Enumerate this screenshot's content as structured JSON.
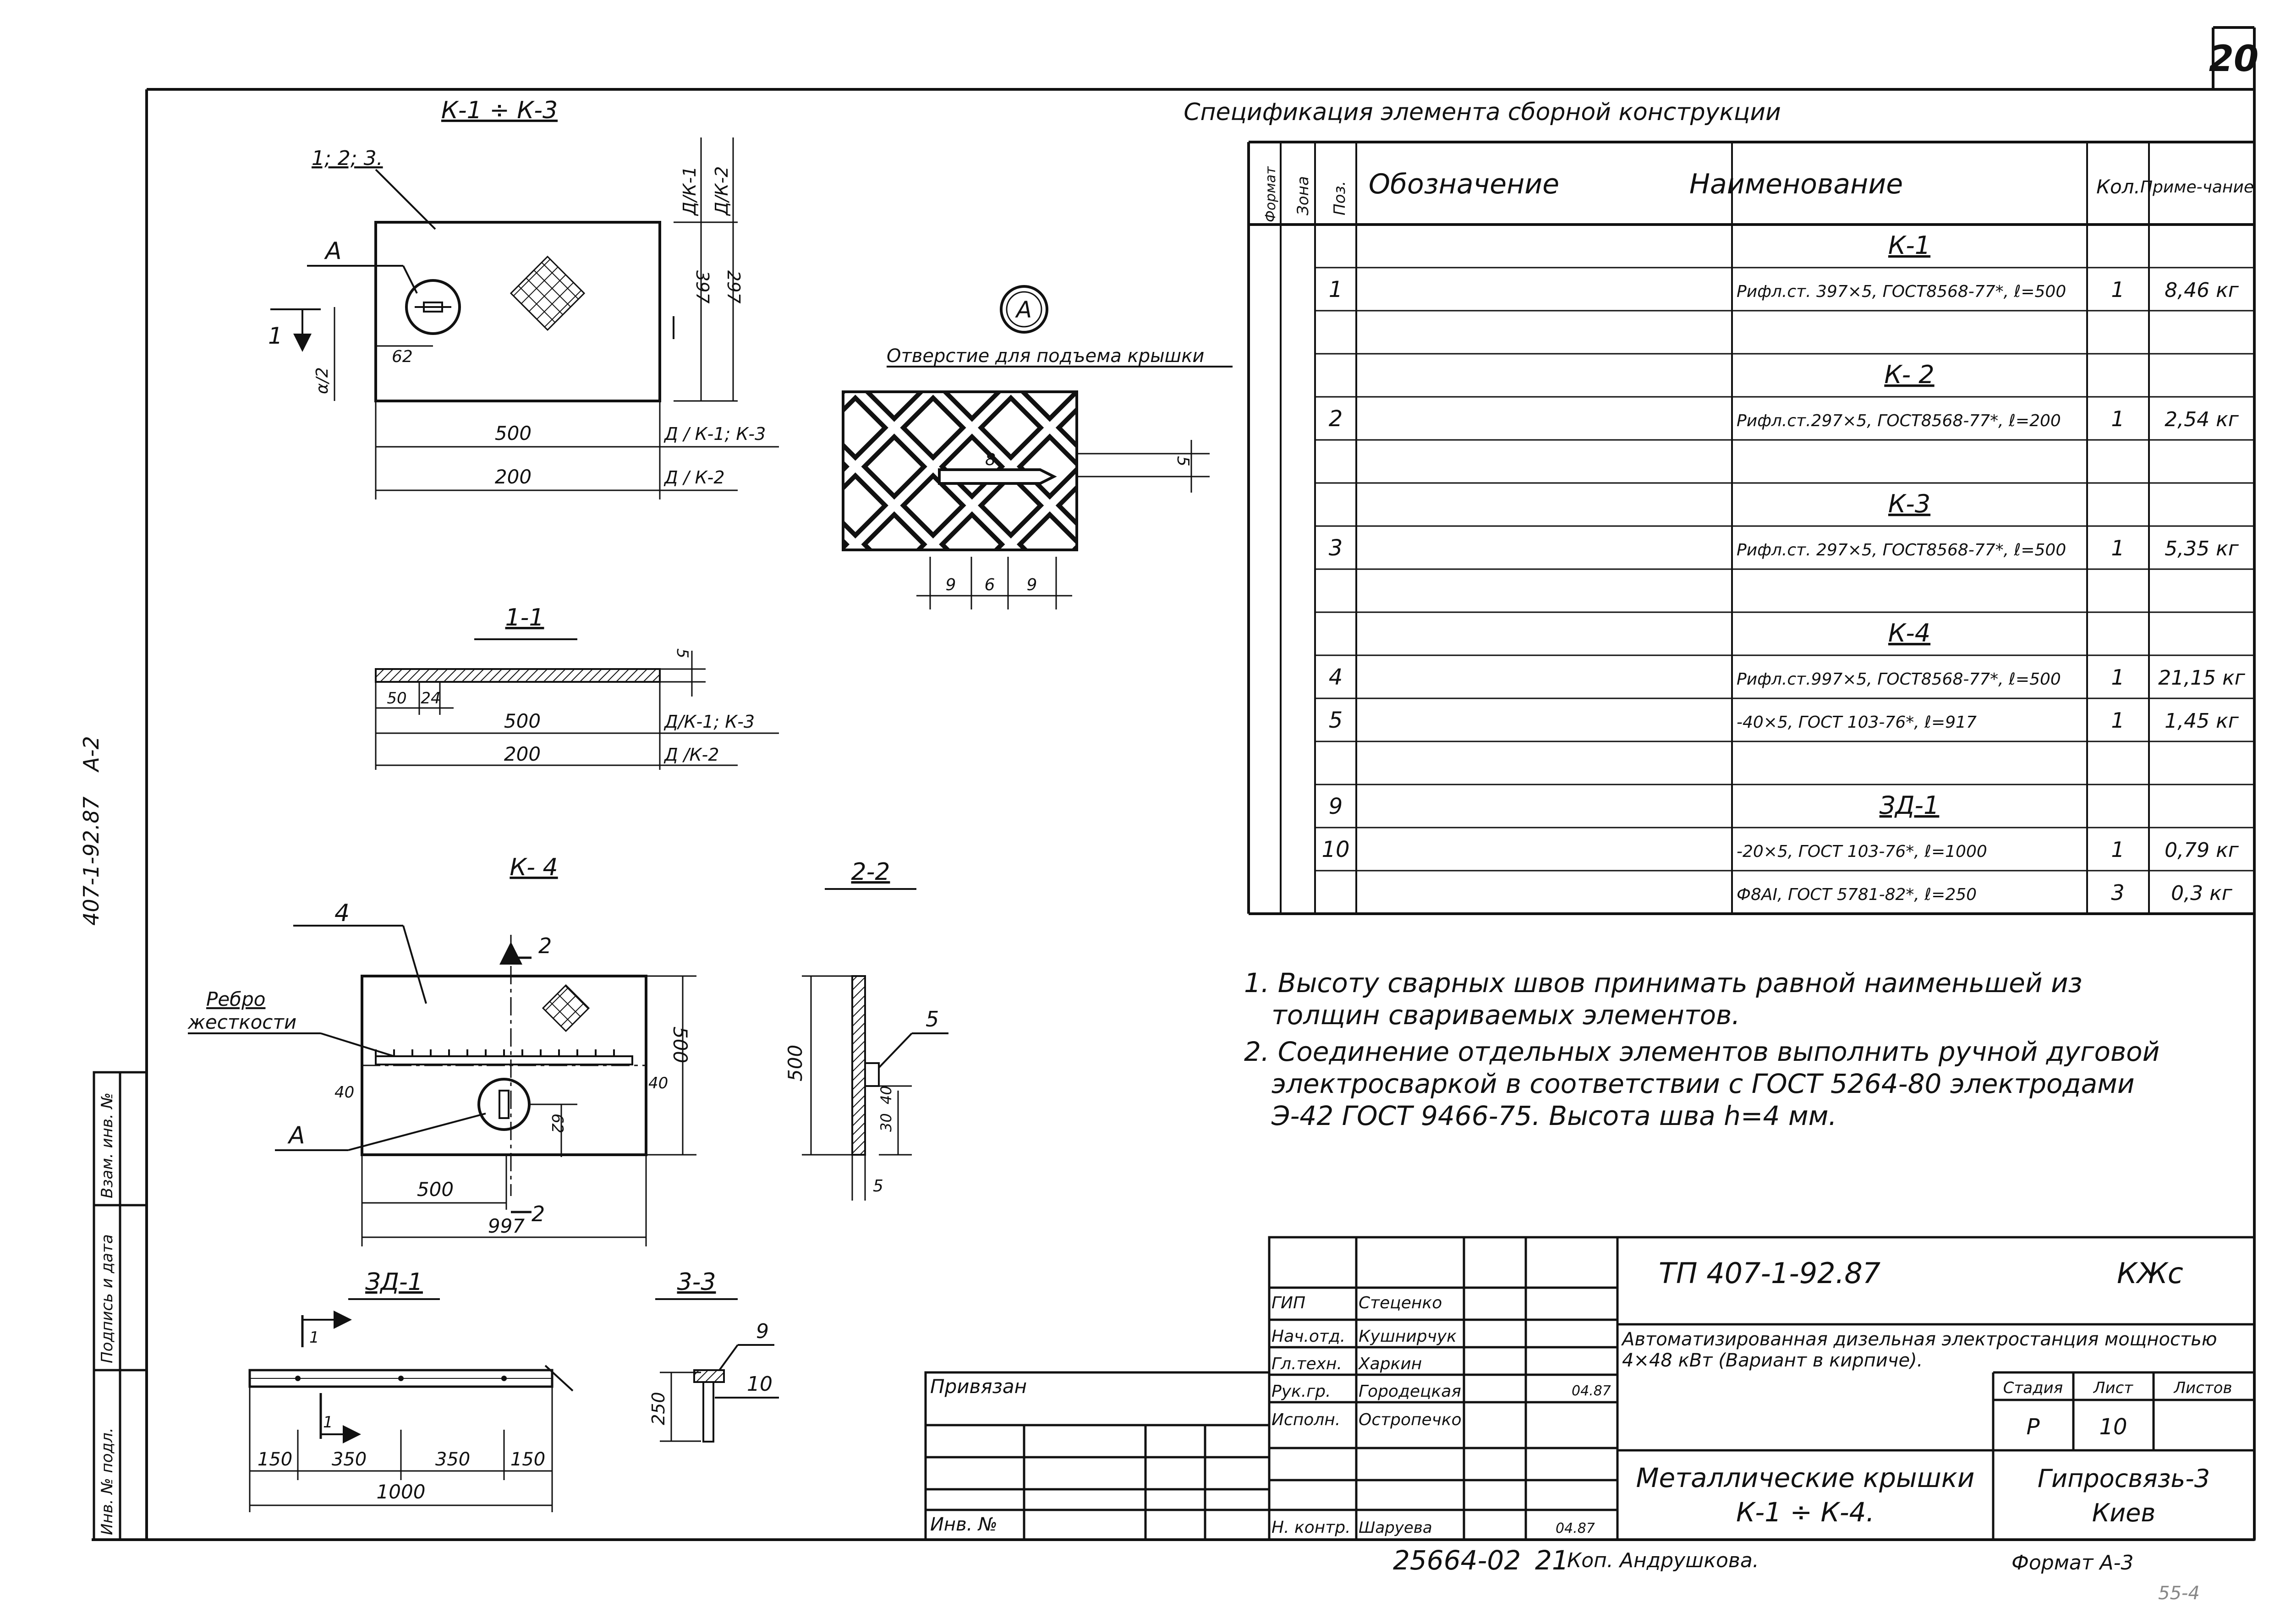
{
  "sheet": {
    "page_number": "20",
    "left_strip": {
      "doc_code": "407-1-92.87",
      "sheet_code": "А-2",
      "stamp": [
        "Инв. № подл.",
        "Подпись и дата",
        "Взам. инв. №"
      ]
    }
  },
  "views": {
    "k1_k3": {
      "title": "К-1 ÷ К-3",
      "position_label": "1; 2; 3.",
      "detail_label": "А",
      "dim_62": "62",
      "dim_500": "500",
      "dim_200": "200",
      "dim_397": "397",
      "dim_297": "297",
      "side_label_1": "Д/К-1",
      "side_label_2": "Д/К-2",
      "bottom_label_1": "Д / К-1; К-3",
      "bottom_label_2": "Д / К-2",
      "section_mark": "1",
      "half_mark": "α/2"
    },
    "detail_a": {
      "circle_label": "А",
      "title": "Отверстие для подъема крышки",
      "dim_8": "8",
      "dim_5": "5",
      "dims_bottom": [
        "9",
        "6",
        "9"
      ]
    },
    "section_1_1": {
      "title": "1-1",
      "dim_50": "50",
      "dim_24": "24",
      "dim_500": "500",
      "dim_200": "200",
      "dim_5": "5",
      "label_1": "Д/К-1; К-3",
      "label_2": "Д /К-2"
    },
    "k4": {
      "title": "К- 4",
      "position_label": "4",
      "rib_label_1": "Ребро",
      "rib_label_2": "жесткости",
      "detail_label": "А",
      "section_mark": "2",
      "dim_40_left": "40",
      "dim_40_right": "40",
      "dim_500_right": "500",
      "dim_62": "62",
      "dim_500_bottom": "500",
      "dim_997": "997",
      "dim_2": "2"
    },
    "section_2_2": {
      "title": "2-2",
      "dim_500": "500",
      "dim_5_top": "5",
      "dim_30": "30",
      "dim_40": "40",
      "dim_5_bottom": "5"
    },
    "zd1": {
      "title": "ЗД-1",
      "dims": [
        "150",
        "350",
        "350",
        "150"
      ],
      "total": "1000",
      "mark_1": "1",
      "mark_2": "1"
    },
    "section_3_3": {
      "title": "3-3",
      "dim_250": "250",
      "pos_9": "9",
      "pos_10": "10"
    }
  },
  "spec_table": {
    "title": "Спецификация элемента сборной конструкции",
    "headers": [
      "Формат",
      "Зона",
      "Поз.",
      "Обозначение",
      "Наименование",
      "Кол.",
      "Приме-чание"
    ],
    "rows": [
      {
        "pos": "",
        "name": "К-1",
        "qty": "",
        "note": "",
        "group": true
      },
      {
        "pos": "1",
        "name": "Рифл.ст. 397×5, ГОСТ8568-77*, ℓ=500",
        "qty": "1",
        "note": "8,46 кг",
        "group": false
      },
      {
        "pos": "",
        "name": "",
        "qty": "",
        "note": "",
        "group": false
      },
      {
        "pos": "",
        "name": "К- 2",
        "qty": "",
        "note": "",
        "group": true
      },
      {
        "pos": "2",
        "name": "Рифл.ст.297×5, ГОСТ8568-77*, ℓ=200",
        "qty": "1",
        "note": "2,54 кг",
        "group": false
      },
      {
        "pos": "",
        "name": "",
        "qty": "",
        "note": "",
        "group": false
      },
      {
        "pos": "",
        "name": "К-3",
        "qty": "",
        "note": "",
        "group": true
      },
      {
        "pos": "3",
        "name": "Рифл.ст. 297×5, ГОСТ8568-77*, ℓ=500",
        "qty": "1",
        "note": "5,35 кг",
        "group": false
      },
      {
        "pos": "",
        "name": "",
        "qty": "",
        "note": "",
        "group": false
      },
      {
        "pos": "",
        "name": "К-4",
        "qty": "",
        "note": "",
        "group": true
      },
      {
        "pos": "4",
        "name": "Рифл.ст.997×5, ГОСТ8568-77*, ℓ=500",
        "qty": "1",
        "note": "21,15 кг",
        "group": false
      },
      {
        "pos": "5",
        "name": "-40×5, ГОСТ 103-76*, ℓ=917",
        "qty": "1",
        "note": "1,45 кг",
        "group": false
      },
      {
        "pos": "",
        "name": "",
        "qty": "",
        "note": "",
        "group": false
      },
      {
        "pos": "9",
        "name": "ЗД-1",
        "qty": "",
        "note": "",
        "group": true
      },
      {
        "pos": "10",
        "name": "-20×5, ГОСТ 103-76*, ℓ=1000",
        "qty": "1",
        "note": "0,79 кг",
        "group": false
      },
      {
        "pos": "",
        "name": "Ф8АI, ГОСТ 5781-82*, ℓ=250",
        "qty": "3",
        "note": "0,3 кг",
        "group": false
      }
    ]
  },
  "notes": [
    "1. Высоту сварных швов принимать равной наименьшей из",
    "толщин свариваемых элементов.",
    "2. Соединение отдельных элементов выполнить ручной дуговой",
    "электросваркой в соответствии с ГОСТ 5264-80 электродами",
    "Э-42 ГОСТ 9466-75. Высота шва h=4 мм."
  ],
  "title_block": {
    "project_code": "ТП 407-1-92.87",
    "mark": "КЖс",
    "roles": [
      {
        "role": "ГИП",
        "name": "Стеценко"
      },
      {
        "role": "Нач.отд.",
        "name": "Кушнирчук"
      },
      {
        "role": "Гл.техн.",
        "name": "Харкин"
      },
      {
        "role": "Рук.гр.",
        "name": "Городецкая"
      },
      {
        "role": "Исполн.",
        "name": "Остропечко"
      }
    ],
    "exec_date": "04.87",
    "norm_control_label": "Н. контр.",
    "norm_control_name": "Шаруева",
    "norm_control_date": "04.87",
    "project_name": "Автоматизированная дизельная электростанция мощностью 4×48 кВт (Вариант в кирпиче).",
    "stage_header": "Стадия",
    "sheet_header": "Лист",
    "sheets_header": "Листов",
    "stage": "Р",
    "sheet": "10",
    "sheets": "",
    "sheet_title_line1": "Металлические крышки",
    "sheet_title_line2": "К-1 ÷ К-4.",
    "org_line1": "Гипросвязь-3",
    "org_line2": "Киев",
    "privyazan_label": "Привязан",
    "inv_label": "Инв. №"
  },
  "bottom": {
    "archive_no": "25664-02",
    "sheet_no": "21",
    "copied_by": "Коп. Андрушкова.",
    "format": "Формат А-3",
    "corner_note": "55-4"
  }
}
